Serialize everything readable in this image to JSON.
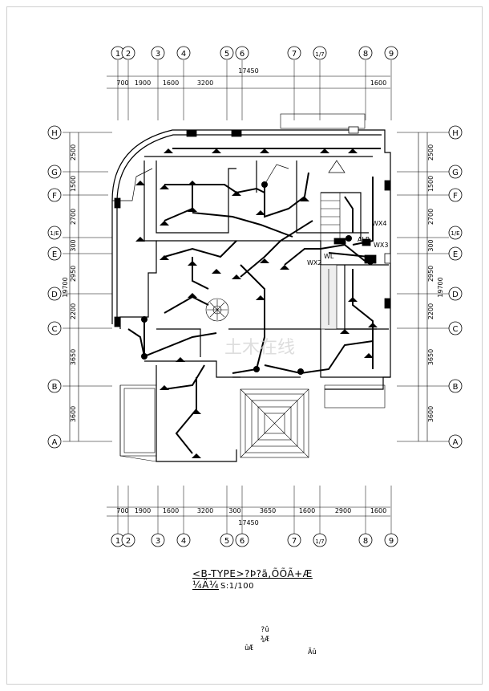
{
  "drawing": {
    "caption": "<B-TYPE>?Þ?ã,ÕÕÃ+Æ ¼Ä¼",
    "scale": "S:1/100",
    "notes": [
      "?û",
      "¾Æ",
      "ûÆ",
      "Ãû"
    ],
    "axes_top": [
      "1",
      "2",
      "3",
      "4",
      "5",
      "6",
      "7",
      "1/7",
      "8",
      "9"
    ],
    "axes_bottom": [
      "1",
      "2",
      "3",
      "4",
      "5",
      "6",
      "7",
      "1/7",
      "8",
      "9"
    ],
    "axes_side": [
      "H",
      "G",
      "F",
      "1/E",
      "E",
      "D",
      "C",
      "B",
      "A"
    ],
    "total_width": "17450",
    "total_depth": "19700",
    "dims_top": [
      "700",
      "1900",
      "1600",
      "3200",
      "1600"
    ],
    "dims_bottom": [
      "700",
      "1900",
      "1600",
      "3200",
      "300",
      "3650",
      "1600",
      "2900",
      "1600"
    ],
    "dims_side": [
      "2500",
      "1500",
      "2700",
      "300",
      "2950",
      "2200",
      "3650",
      "3600"
    ],
    "panels": [
      "WX4",
      "ALP",
      "WX3",
      "WX2",
      "WL"
    ],
    "watermark": "土木在线"
  }
}
